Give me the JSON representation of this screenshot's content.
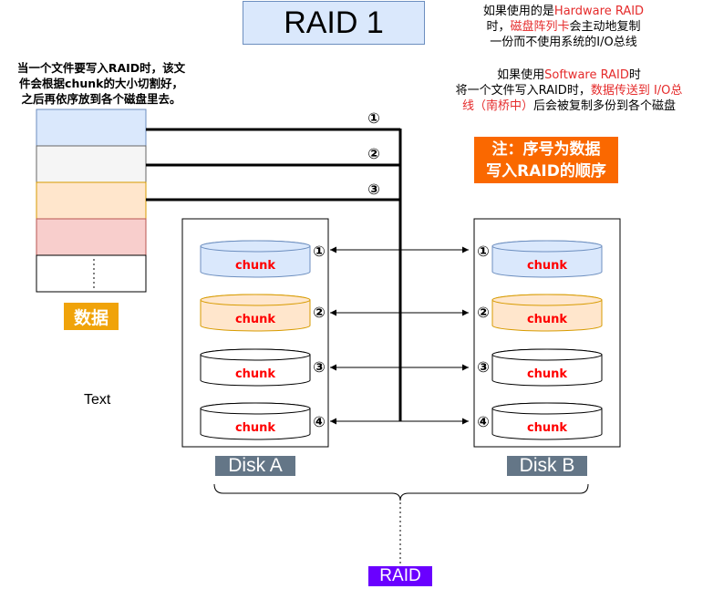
{
  "title": "RAID 1",
  "hardware_note": {
    "line1_a": "如果使用的是",
    "line1_b": "Hardware RAID",
    "line2_a": "时，",
    "line2_b": "磁盘阵列卡",
    "line2_c": "会主动地复制",
    "line3": "一份而不使用系统的I/O总线"
  },
  "software_note": {
    "line1_a": "如果使用",
    "line1_b": "Software RAID",
    "line1_c": "时",
    "line2_a": "将一个文件写入RAID时，",
    "line2_b": "数据传送到 I/O总",
    "line3_a": "线（南桥中）",
    "line3_b": "后会被复制多份到各个磁盘"
  },
  "order_note": {
    "line1": "注：序号为数据",
    "line2": "写入RAID的顺序"
  },
  "left_note": {
    "line1": "当一个文件要写入RAID时，该文",
    "line2": "件会根据chunk的大小切割好，",
    "line3": "之后再依序放到各个磁盘里去。"
  },
  "data_label": "数据",
  "text_label": "Text",
  "disk_a_label": "Disk A",
  "disk_b_label": "Disk B",
  "raid_label": "RAID",
  "chunk_label": "chunk",
  "order_markers": [
    "①",
    "②",
    "③",
    "④"
  ],
  "colors": {
    "blue_fill": "#dae8fc",
    "blue_stroke": "#6c8ebf",
    "gray_fill": "#f5f5f5",
    "gray_stroke": "#666666",
    "orange_fill": "#ffe6cc",
    "orange_stroke": "#d79b00",
    "red_fill": "#f8cecc",
    "red_stroke": "#b85450",
    "chunk_text": "#ff0000"
  }
}
